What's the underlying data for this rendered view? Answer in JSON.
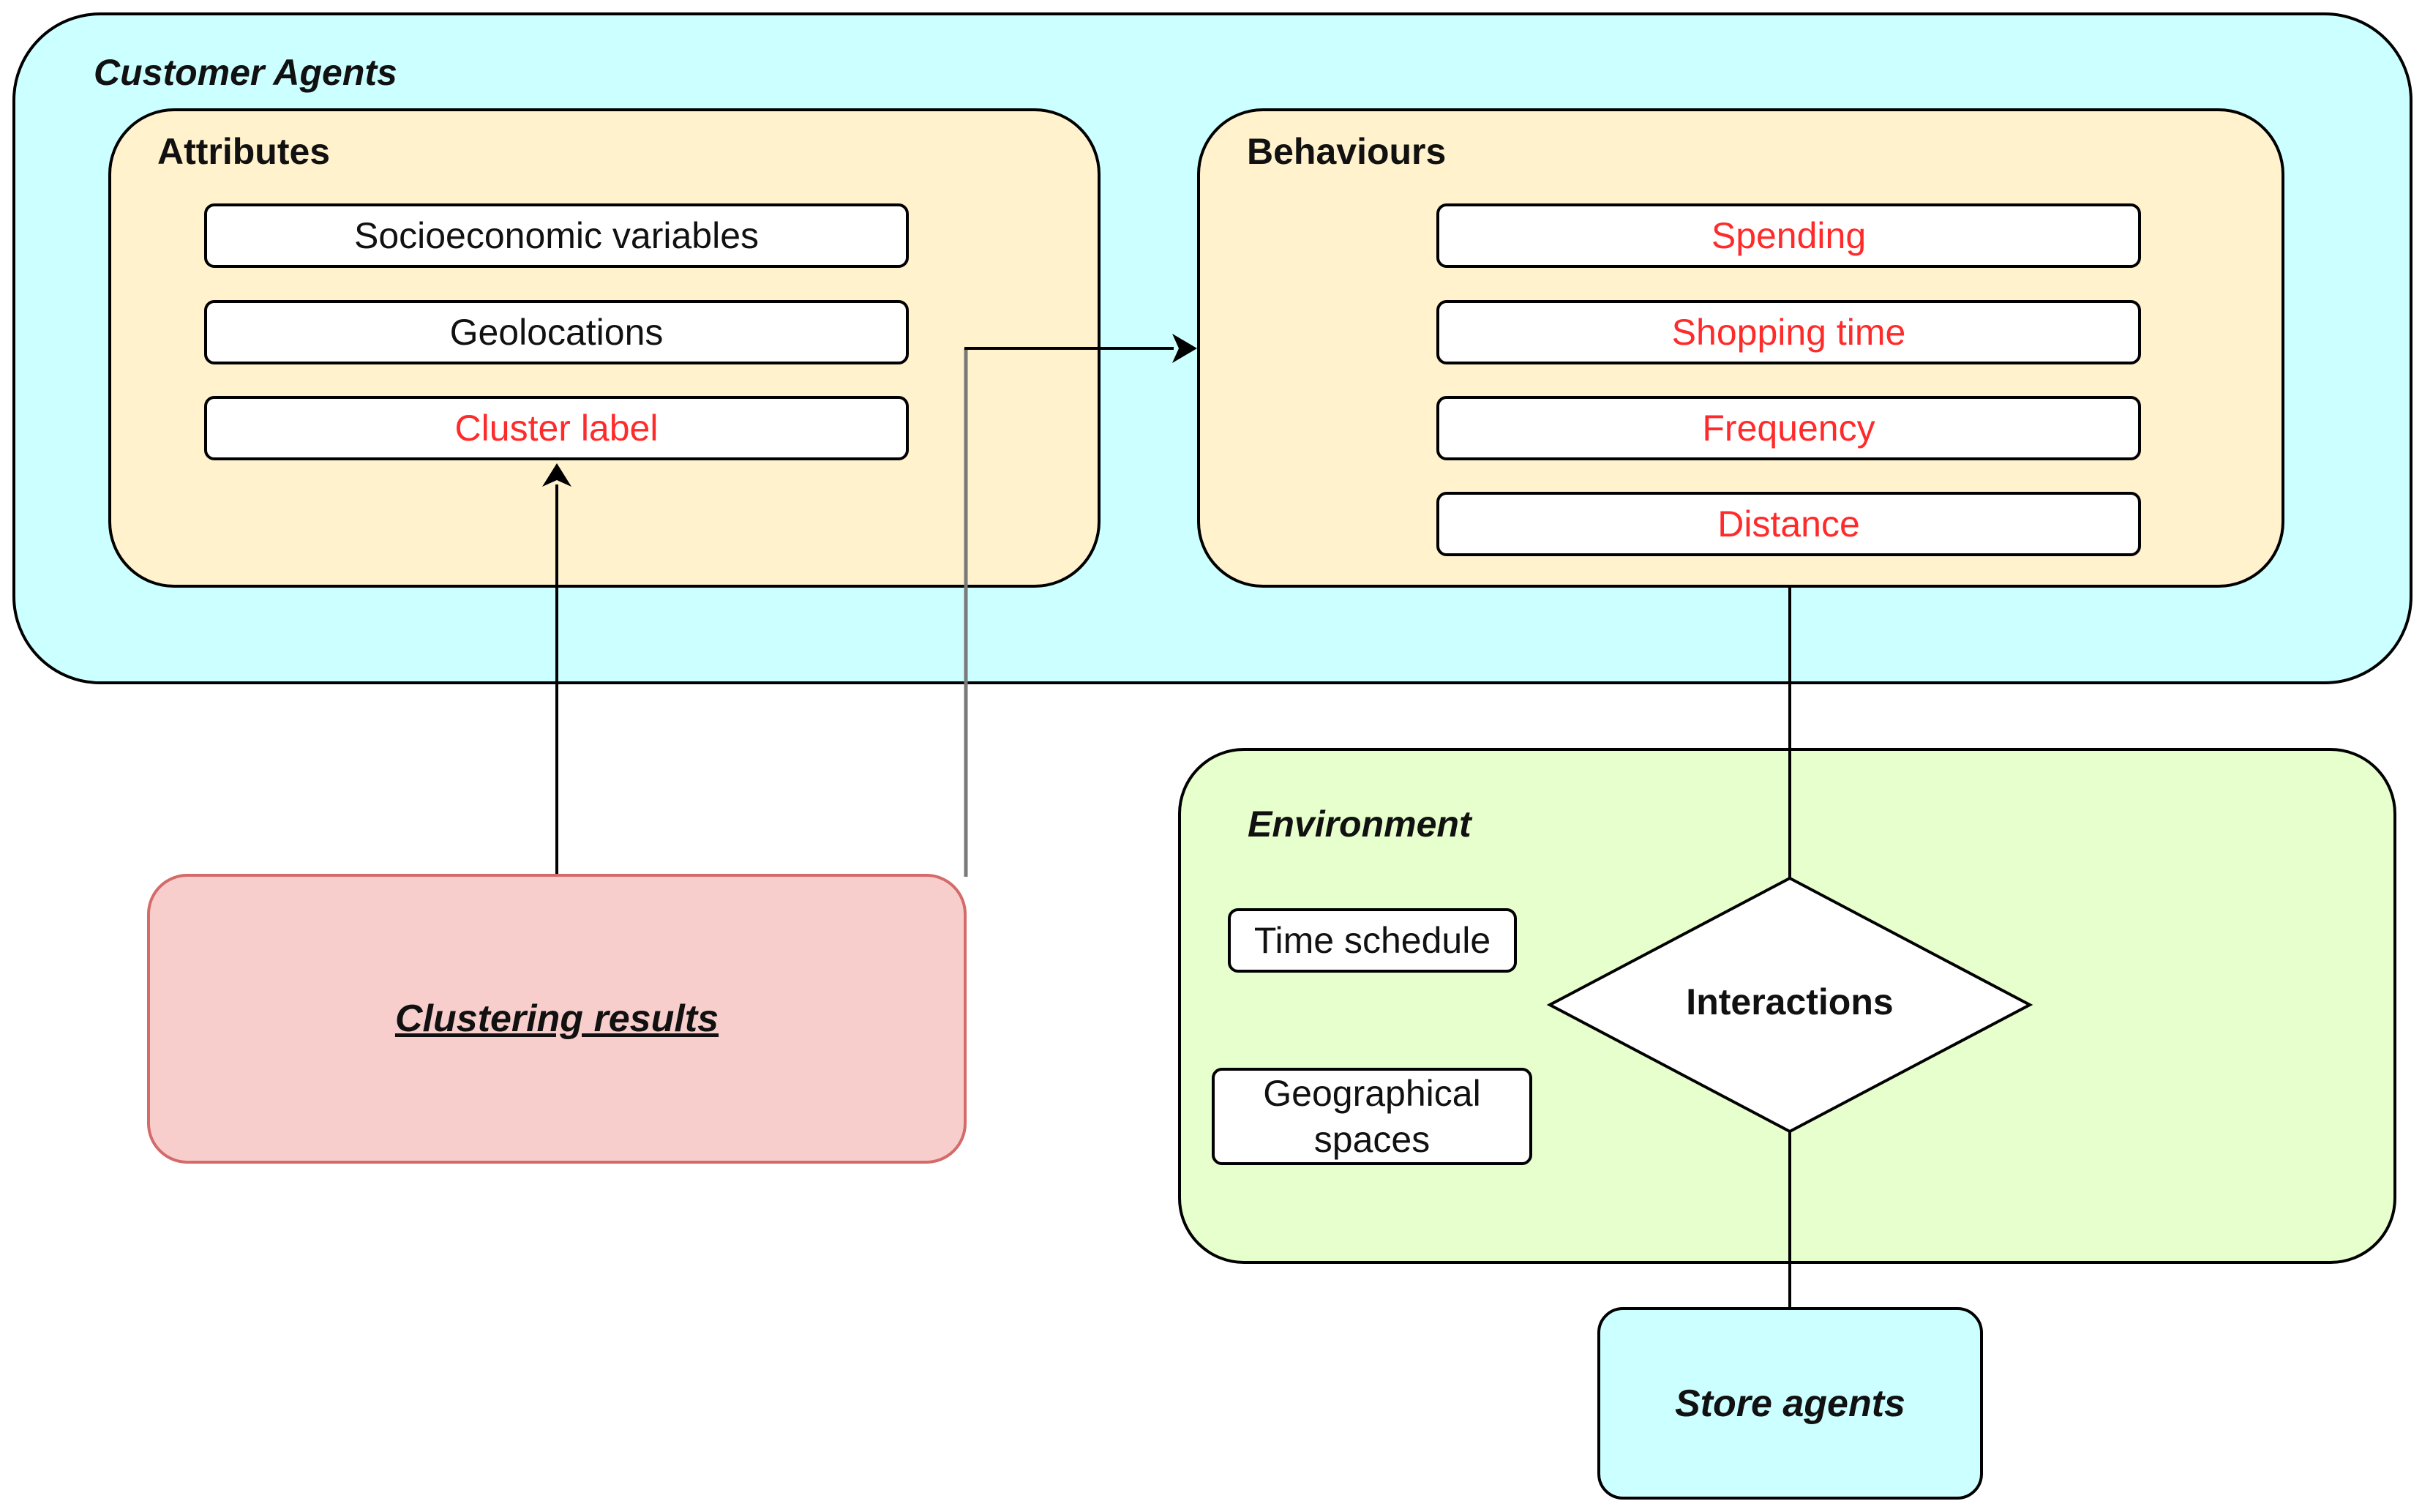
{
  "customer_agents": {
    "title": "Customer Agents",
    "attributes": {
      "title": "Attributes",
      "items": [
        {
          "label": "Socioeconomic variables",
          "highlight": false
        },
        {
          "label": "Geolocations",
          "highlight": false
        },
        {
          "label": "Cluster label",
          "highlight": true
        }
      ]
    },
    "behaviours": {
      "title": "Behaviours",
      "items": [
        {
          "label": "Spending",
          "highlight": true
        },
        {
          "label": "Shopping time",
          "highlight": true
        },
        {
          "label": "Frequency",
          "highlight": true
        },
        {
          "label": "Distance",
          "highlight": true
        }
      ]
    }
  },
  "clustering": {
    "label": "Clustering results"
  },
  "environment": {
    "title": "Environment",
    "items": [
      {
        "label": "Time schedule"
      },
      {
        "label": "Geographical spaces"
      }
    ],
    "interactions": "Interactions"
  },
  "store_agents": {
    "label": "Store agents"
  },
  "colors": {
    "customer_bg": "#ccffff",
    "panel_bg": "#fff2cc",
    "environment_bg": "#e6ffcc",
    "clustering_bg": "#f8cecc",
    "highlight_text": "#ff2b2b"
  }
}
